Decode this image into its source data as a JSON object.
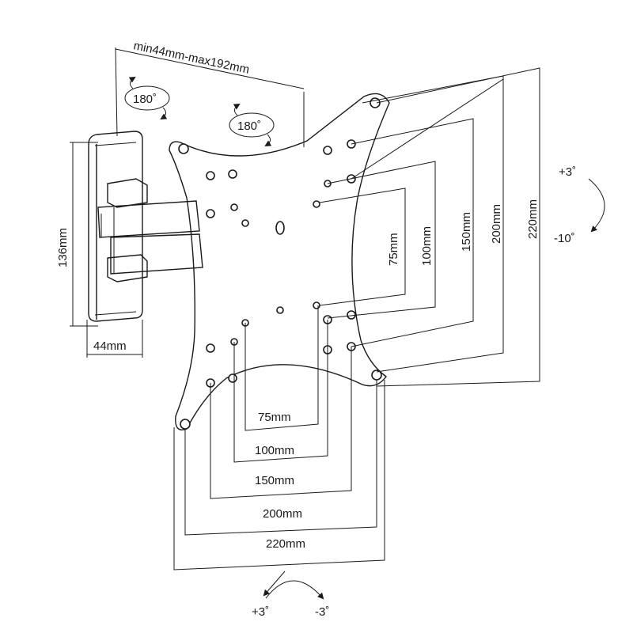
{
  "diagram": {
    "depth_range": "min44mm-max192mm",
    "swivel_wall": "180˚",
    "swivel_arm": "180˚",
    "height": "136mm",
    "width": "44mm",
    "vesa_vertical": [
      "75mm",
      "100mm",
      "150mm",
      "200mm",
      "220mm"
    ],
    "vesa_horizontal": [
      "75mm",
      "100mm",
      "150mm",
      "200mm",
      "220mm"
    ],
    "tilt_up": "+3˚",
    "tilt_down": "-10˚",
    "rotate_left": "+3˚",
    "rotate_right": "-3˚"
  }
}
